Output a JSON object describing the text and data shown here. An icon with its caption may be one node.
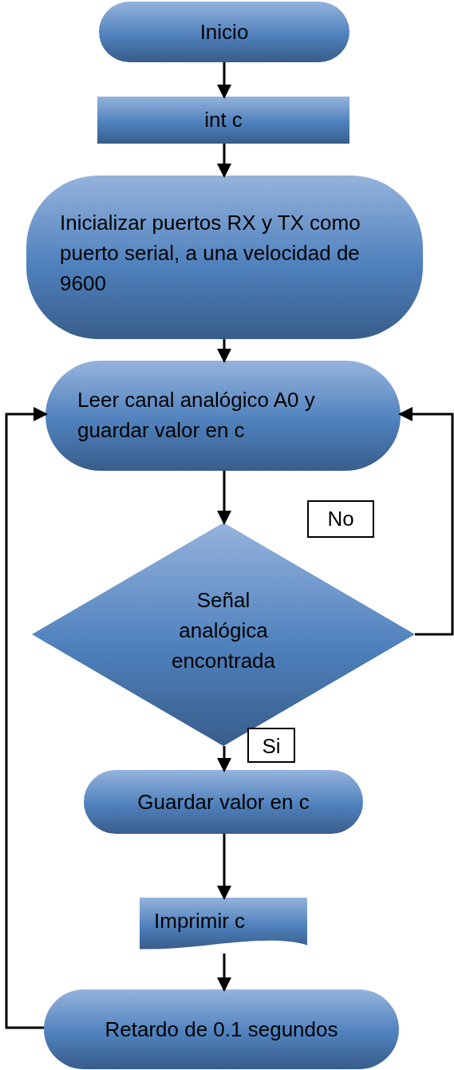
{
  "diagram": {
    "nodes": [
      {
        "text": [
          "Inicio"
        ]
      },
      {
        "text": [
          "int c"
        ]
      },
      {
        "text": [
          "Inicializar puertos RX y TX como puerto serial, a una velocidad de 9600"
        ]
      },
      {
        "text": [
          "Leer canal analógico A0 y guardar valor en c"
        ]
      },
      {
        "text": [
          "Señal analógica encontrada"
        ]
      },
      {
        "text": [
          "Guardar valor en c"
        ]
      },
      {
        "text": [
          "Imprimir c"
        ]
      },
      {
        "text": [
          "Retardo de 0.1 segundos"
        ]
      }
    ],
    "edges": [
      {
        "from": 0,
        "to": 1,
        "arrow": "to"
      },
      {
        "from": 1,
        "to": 2,
        "arrow": "to"
      },
      {
        "from": 2,
        "to": 3,
        "arrow": "to"
      },
      {
        "from": 3,
        "to": 4,
        "arrow": "to"
      },
      {
        "from": 4,
        "to": 3,
        "arrow": "to",
        "label": "No"
      },
      {
        "from": 4,
        "to": 5,
        "arrow": "to",
        "label": "Si"
      },
      {
        "from": 5,
        "to": 6,
        "arrow": "to"
      },
      {
        "from": 6,
        "to": 7,
        "arrow": "to"
      },
      {
        "from": 7,
        "to": 3,
        "arrow": "to"
      }
    ]
  }
}
